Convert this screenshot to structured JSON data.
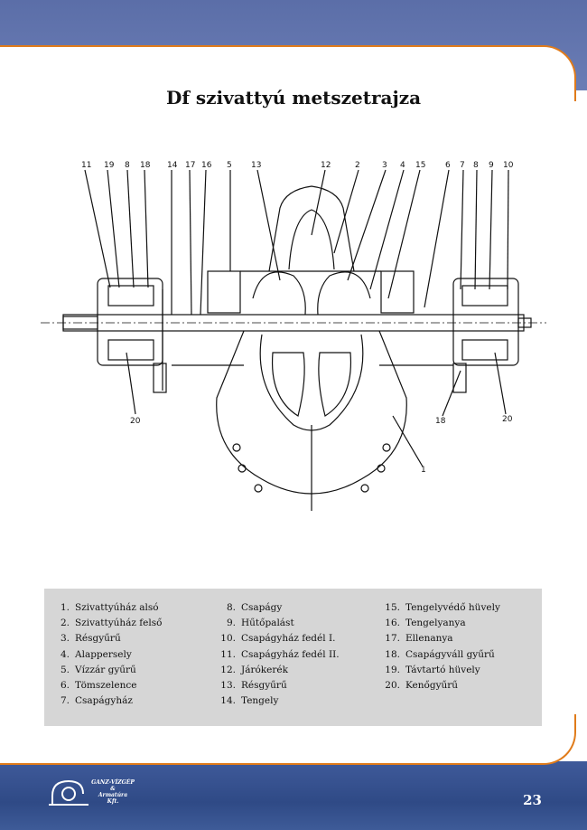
{
  "title": "Df szivattyú metszetrajza",
  "drawing_callouts": [
    "11",
    "19",
    "8",
    "18",
    "14",
    "17",
    "16",
    "5",
    "13",
    "12",
    "2",
    "3",
    "4",
    "15",
    "6",
    "7",
    "8",
    "9",
    "10",
    "20",
    "18",
    "20",
    "1"
  ],
  "legend": {
    "col1": [
      {
        "num": "1.",
        "label": "Szivattyúház alsó"
      },
      {
        "num": "2.",
        "label": "Szivattyúház felső"
      },
      {
        "num": "3.",
        "label": "Résgyűrű"
      },
      {
        "num": "4.",
        "label": "Alappersely"
      },
      {
        "num": "5.",
        "label": "Vízzár gyűrű"
      },
      {
        "num": "6.",
        "label": "Tömszelence"
      },
      {
        "num": "7.",
        "label": "Csapágyház"
      }
    ],
    "col2": [
      {
        "num": "8.",
        "label": "Csapágy"
      },
      {
        "num": "9.",
        "label": "Hűtőpalást"
      },
      {
        "num": "10.",
        "label": "Csapágyház fedél I."
      },
      {
        "num": "11.",
        "label": "Csapágyház fedél II."
      },
      {
        "num": "12.",
        "label": "Járókerék"
      },
      {
        "num": "13.",
        "label": "Résgyűrű"
      },
      {
        "num": "14.",
        "label": "Tengely"
      }
    ],
    "col3": [
      {
        "num": "15.",
        "label": "Tengelyvédő hüvely"
      },
      {
        "num": "16.",
        "label": "Tengelyanya"
      },
      {
        "num": "17.",
        "label": "Ellenanya"
      },
      {
        "num": "18.",
        "label": "Csapágyváll gyűrű"
      },
      {
        "num": "19.",
        "label": "Távtartó hüvely"
      },
      {
        "num": "20.",
        "label": "Kenőgyűrű"
      }
    ]
  },
  "footer": {
    "logo_text": [
      "GANZ-VÍZGÉP",
      "&",
      "Armatúra",
      "Kft."
    ],
    "page_number": "23"
  },
  "colors": {
    "band": "#5b6ea8",
    "accent": "#e07b1a",
    "legend_bg": "#d6d6d6"
  }
}
